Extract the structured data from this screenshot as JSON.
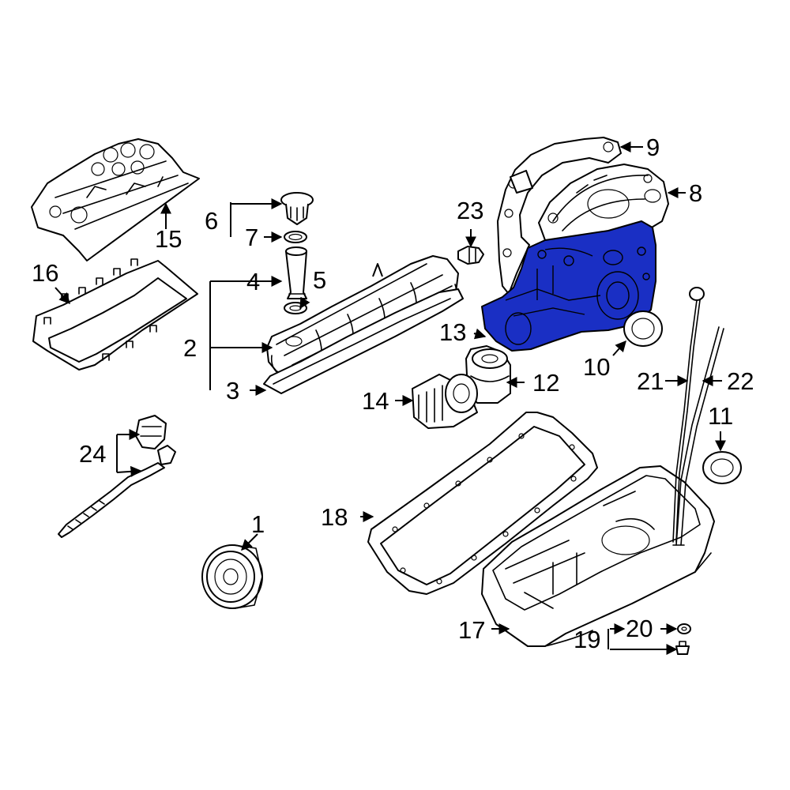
{
  "highlight_color": "#1a2fc4",
  "callouts": {
    "c1": "1",
    "c2": "2",
    "c3": "3",
    "c4": "4",
    "c5": "5",
    "c6": "6",
    "c7": "7",
    "c8": "8",
    "c9": "9",
    "c10": "10",
    "c11": "11",
    "c12": "12",
    "c13": "13",
    "c14": "14",
    "c15": "15",
    "c16": "16",
    "c17": "17",
    "c18": "18",
    "c19": "19",
    "c20": "20",
    "c21": "21",
    "c22": "22",
    "c23": "23",
    "c24": "24"
  },
  "highlighted_part": "13"
}
